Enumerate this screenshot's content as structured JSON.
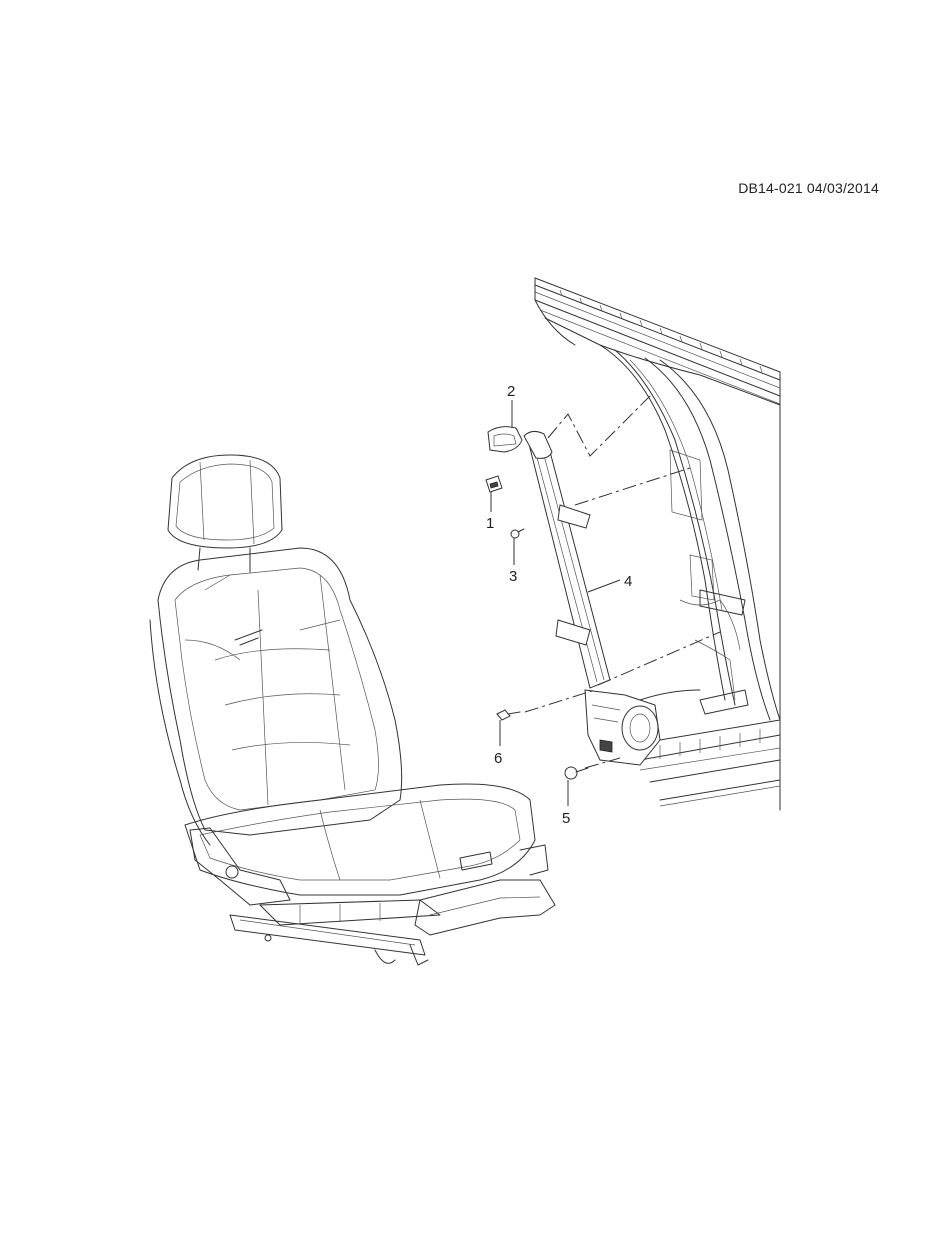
{
  "header": {
    "doc_ref": "DB14-021 04/03/2014"
  },
  "callouts": [
    {
      "id": "1",
      "label": "1"
    },
    {
      "id": "2",
      "label": "2"
    },
    {
      "id": "3",
      "label": "3"
    },
    {
      "id": "4",
      "label": "4"
    },
    {
      "id": "5",
      "label": "5"
    },
    {
      "id": "6",
      "label": "6"
    }
  ],
  "colors": {
    "line": "#333333",
    "background": "#ffffff"
  }
}
